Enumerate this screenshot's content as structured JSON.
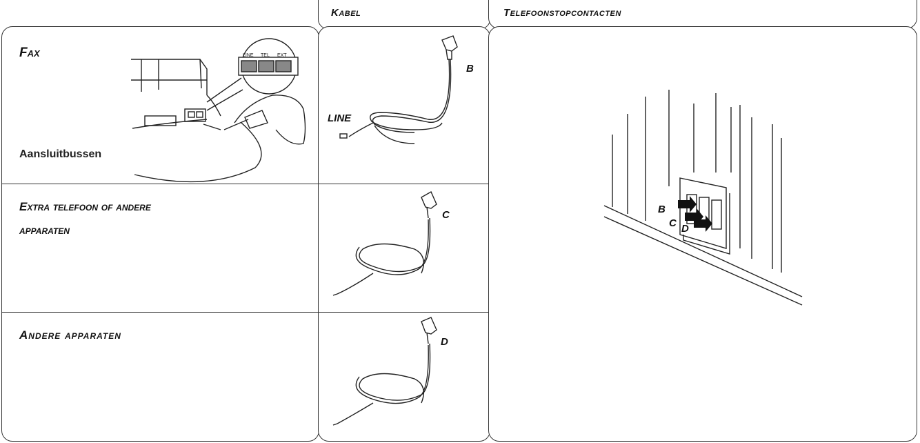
{
  "headers": {
    "kabel": "Kabel",
    "telefoonstopcontacten": "Telefoonstopcontacten"
  },
  "rows": {
    "fax": "Fax",
    "fax_caption": "Aansluitbussen",
    "extra": "Extra telefoon of andere",
    "extra_line2": "apparaten",
    "andere": "Andere apparaten"
  },
  "fax_ports": [
    "LINE",
    "TEL",
    "EXT"
  ],
  "cables": {
    "b_letter": "B",
    "b_line_label": "LINE",
    "c_letter": "C",
    "d_letter": "D"
  },
  "wall": {
    "label_b": "B",
    "label_c": "C",
    "label_d": "D"
  }
}
